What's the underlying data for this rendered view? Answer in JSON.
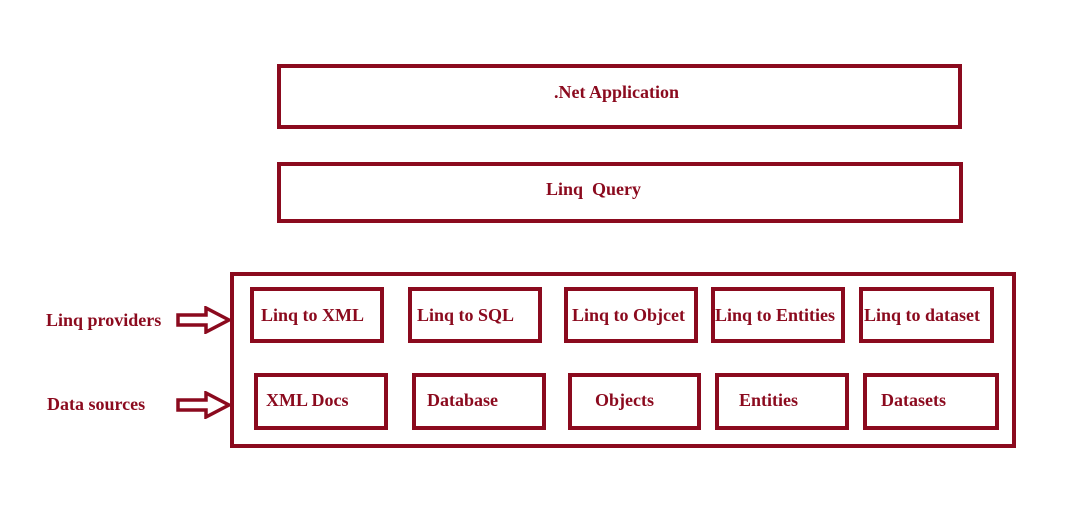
{
  "layers": {
    "application": ".Net Application",
    "query": "Linq  Query"
  },
  "side_labels": {
    "providers": "Linq providers",
    "sources": "Data sources"
  },
  "providers": [
    "Linq to XML",
    "Linq to SQL",
    "Linq to Objcet",
    "Linq to Entities",
    "Linq to dataset"
  ],
  "data_sources": [
    "XML Docs",
    "Database",
    "Objects",
    "Entities",
    "Datasets"
  ],
  "colors": {
    "stroke": "#8b0a1e",
    "background": "#ffffff"
  }
}
